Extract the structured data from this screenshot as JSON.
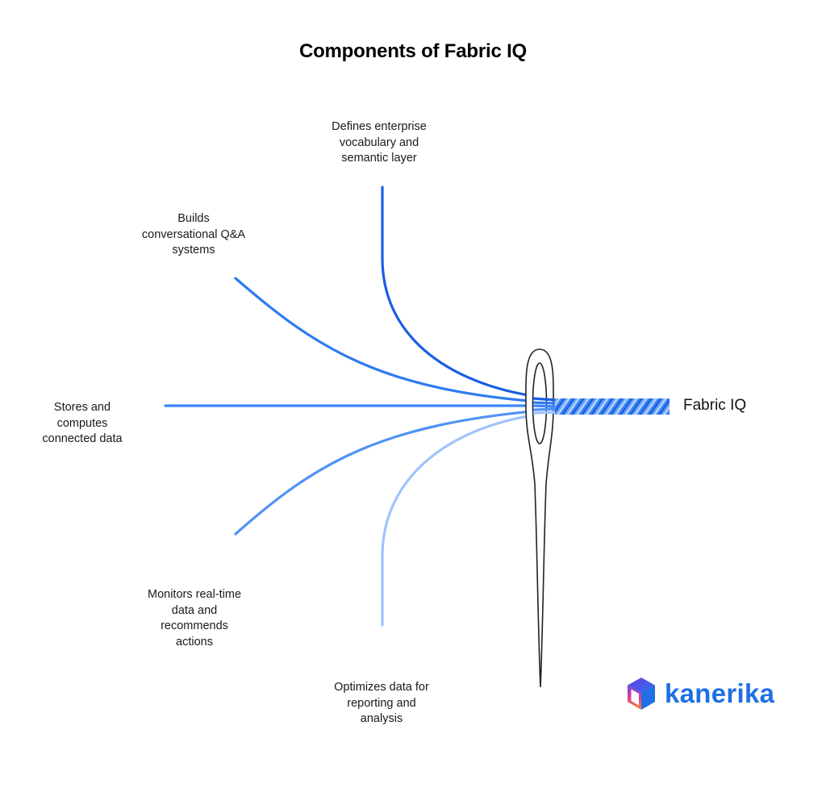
{
  "title": "Components of Fabric IQ",
  "hub": {
    "label": "Fabric IQ"
  },
  "components": [
    {
      "id": "ontology",
      "text": "Defines enterprise\nvocabulary and\nsemantic layer",
      "thread_color": "#1a5fe3"
    },
    {
      "id": "data-agent",
      "text": "Builds\nconversational Q&A\nsystems",
      "thread_color": "#2f7bf2"
    },
    {
      "id": "graph",
      "text": "Stores and\ncomputes\nconnected data",
      "thread_color": "#3d86f5"
    },
    {
      "id": "operations-agent",
      "text": "Monitors real-time\ndata and\nrecommends\nactions",
      "thread_color": "#4f93f6"
    },
    {
      "id": "semantic-model",
      "text": "Optimizes data for\nreporting and\nanalysis",
      "thread_color": "#9fc4fb"
    }
  ],
  "rope_colors": [
    "#1a5fe3",
    "#6aa3f7",
    "#b6d3fc",
    "#3d86f5"
  ],
  "needle_stroke": "#222222",
  "brand": {
    "name": "kanerika",
    "color": "#1f6fe5",
    "icon": "hexagon-cube-icon"
  }
}
